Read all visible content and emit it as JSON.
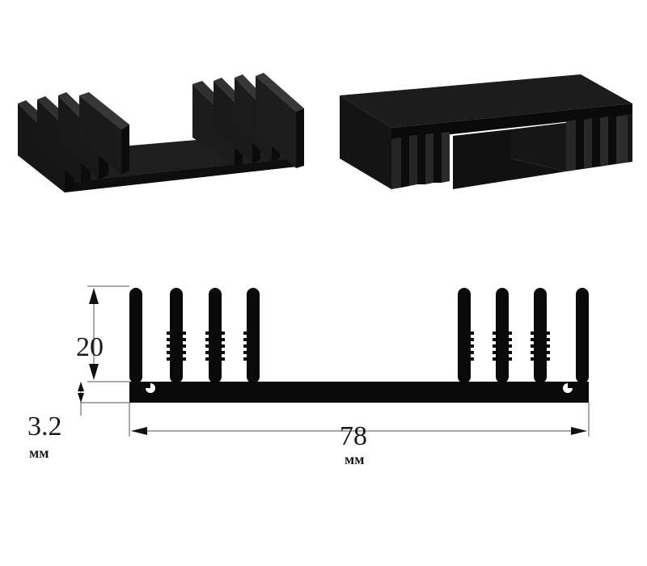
{
  "colors": {
    "body": "#0a0a0a",
    "shade_dark": "#141414",
    "shade_mid": "#262626",
    "shade_light": "#3a3a3a",
    "dimension_line": "#555555",
    "background": "#ffffff"
  },
  "views": {
    "top_left": "heatsink-fins-up",
    "top_right": "heatsink-fins-down"
  },
  "dimensions": {
    "fin_height": {
      "value": "20"
    },
    "base_thickness": {
      "value": "3.2",
      "unit": "мм"
    },
    "width": {
      "value": "78",
      "unit": "мм"
    }
  }
}
